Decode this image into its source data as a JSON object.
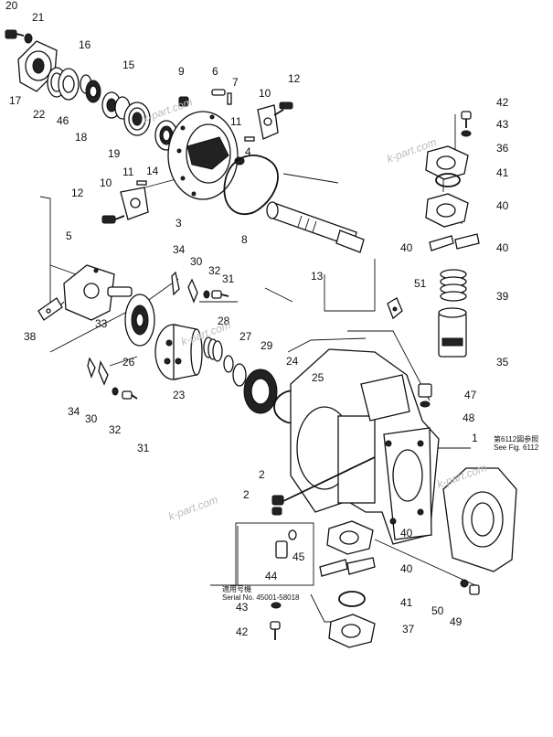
{
  "callouts": [
    "20",
    "21",
    "16",
    "15",
    "17",
    "22",
    "46",
    "18",
    "19",
    "9",
    "6",
    "7",
    "12",
    "10",
    "11",
    "14",
    "4",
    "3",
    "8",
    "11",
    "10",
    "12",
    "13",
    "5",
    "34",
    "30",
    "32",
    "31",
    "38",
    "33",
    "26",
    "23",
    "28",
    "27",
    "29",
    "24",
    "25",
    "34",
    "30",
    "32",
    "31",
    "42",
    "43",
    "36",
    "41",
    "40",
    "40",
    "40",
    "39",
    "51",
    "35",
    "47",
    "48",
    "1",
    "2",
    "2",
    "45",
    "44",
    "40",
    "40",
    "41",
    "43",
    "42",
    "37",
    "50",
    "49"
  ],
  "notes": {
    "serial_cn": "適用号機",
    "serial_no": "Serial No. 45001-58018",
    "fig_cn": "第6112図参照",
    "fig_en": "See Fig. 6112"
  },
  "watermarks": [
    "k-part.com",
    "k-part.com",
    "k-part.com",
    "k-part.com",
    "k-part.com"
  ]
}
